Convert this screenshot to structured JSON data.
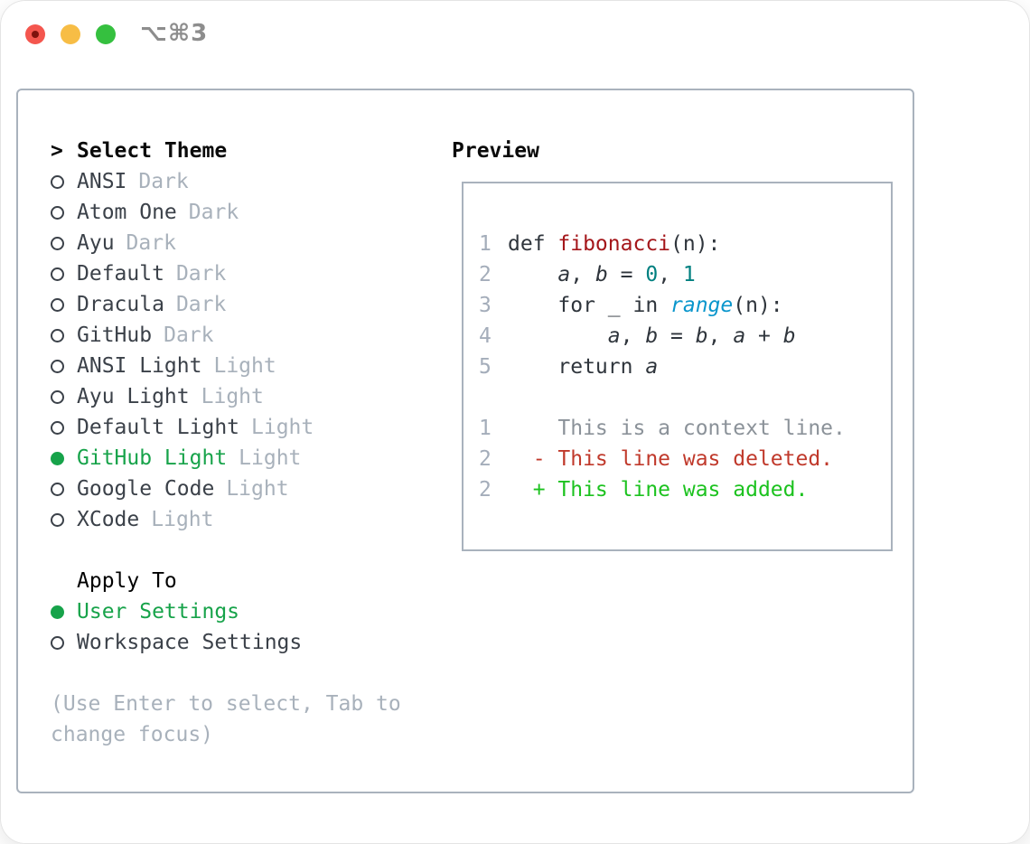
{
  "window": {
    "title": "⌥⌘3",
    "traffic_lights": [
      "close",
      "minimize",
      "zoom"
    ]
  },
  "theme_list": {
    "header_prefix": ">",
    "header": "Select Theme",
    "items": [
      {
        "name": "ANSI",
        "tag": "Dark",
        "selected": false
      },
      {
        "name": "Atom One",
        "tag": "Dark",
        "selected": false
      },
      {
        "name": "Ayu",
        "tag": "Dark",
        "selected": false
      },
      {
        "name": "Default",
        "tag": "Dark",
        "selected": false
      },
      {
        "name": "Dracula",
        "tag": "Dark",
        "selected": false
      },
      {
        "name": "GitHub",
        "tag": "Dark",
        "selected": false
      },
      {
        "name": "ANSI Light",
        "tag": "Light",
        "selected": false
      },
      {
        "name": "Ayu Light",
        "tag": "Light",
        "selected": false
      },
      {
        "name": "Default Light",
        "tag": "Light",
        "selected": false
      },
      {
        "name": "GitHub Light",
        "tag": "Light",
        "selected": true
      },
      {
        "name": "Google Code",
        "tag": "Light",
        "selected": false
      },
      {
        "name": "XCode",
        "tag": "Light",
        "selected": false
      }
    ]
  },
  "apply_to": {
    "header": "Apply To",
    "options": [
      {
        "name": "User Settings",
        "selected": true
      },
      {
        "name": "Workspace Settings",
        "selected": false
      }
    ]
  },
  "hint": "(Use Enter to select, Tab to change focus)",
  "preview": {
    "header": "Preview",
    "code_lines": [
      {
        "num": "1",
        "tokens": [
          {
            "t": "def ",
            "c": "code"
          },
          {
            "t": "fibonacci",
            "c": "fn"
          },
          {
            "t": "(n):",
            "c": "code"
          }
        ]
      },
      {
        "num": "2",
        "tokens": [
          {
            "t": "    ",
            "c": "code"
          },
          {
            "t": "a",
            "c": "var"
          },
          {
            "t": ", ",
            "c": "code"
          },
          {
            "t": "b",
            "c": "var"
          },
          {
            "t": " = ",
            "c": "code"
          },
          {
            "t": "0",
            "c": "num"
          },
          {
            "t": ", ",
            "c": "code"
          },
          {
            "t": "1",
            "c": "num"
          }
        ]
      },
      {
        "num": "3",
        "tokens": [
          {
            "t": "    for _ in ",
            "c": "code"
          },
          {
            "t": "range",
            "c": "builtin"
          },
          {
            "t": "(n):",
            "c": "code"
          }
        ]
      },
      {
        "num": "4",
        "tokens": [
          {
            "t": "        ",
            "c": "code"
          },
          {
            "t": "a",
            "c": "var"
          },
          {
            "t": ", ",
            "c": "code"
          },
          {
            "t": "b",
            "c": "var"
          },
          {
            "t": " = ",
            "c": "code"
          },
          {
            "t": "b",
            "c": "var"
          },
          {
            "t": ", ",
            "c": "code"
          },
          {
            "t": "a",
            "c": "var"
          },
          {
            "t": " + ",
            "c": "code"
          },
          {
            "t": "b",
            "c": "var"
          }
        ]
      },
      {
        "num": "5",
        "tokens": [
          {
            "t": "    return ",
            "c": "code"
          },
          {
            "t": "a",
            "c": "var"
          }
        ]
      }
    ],
    "diff_lines": [
      {
        "num": "1",
        "kind": "context",
        "text": "    This is a context line."
      },
      {
        "num": "2",
        "kind": "deleted",
        "text": "  - This line was deleted."
      },
      {
        "num": "2",
        "kind": "added",
        "text": "  + This line was added."
      }
    ]
  },
  "colors": {
    "selected_green": "#17a34a",
    "label_dark": "#3b4149",
    "tag_gray": "#a8b1bb",
    "panel_border": "#a9b2bd",
    "line_number_gray": "#a4adba",
    "function_red": "#a4161a",
    "number_teal": "#008080",
    "builtin_blue": "#0a96cc",
    "diff_context_gray": "#8b9299",
    "diff_deleted_red": "#c0392b",
    "diff_added_green": "#1cc21f",
    "traffic_red": "#f4564e",
    "traffic_yellow": "#f7bd45",
    "traffic_green": "#35c03f"
  }
}
